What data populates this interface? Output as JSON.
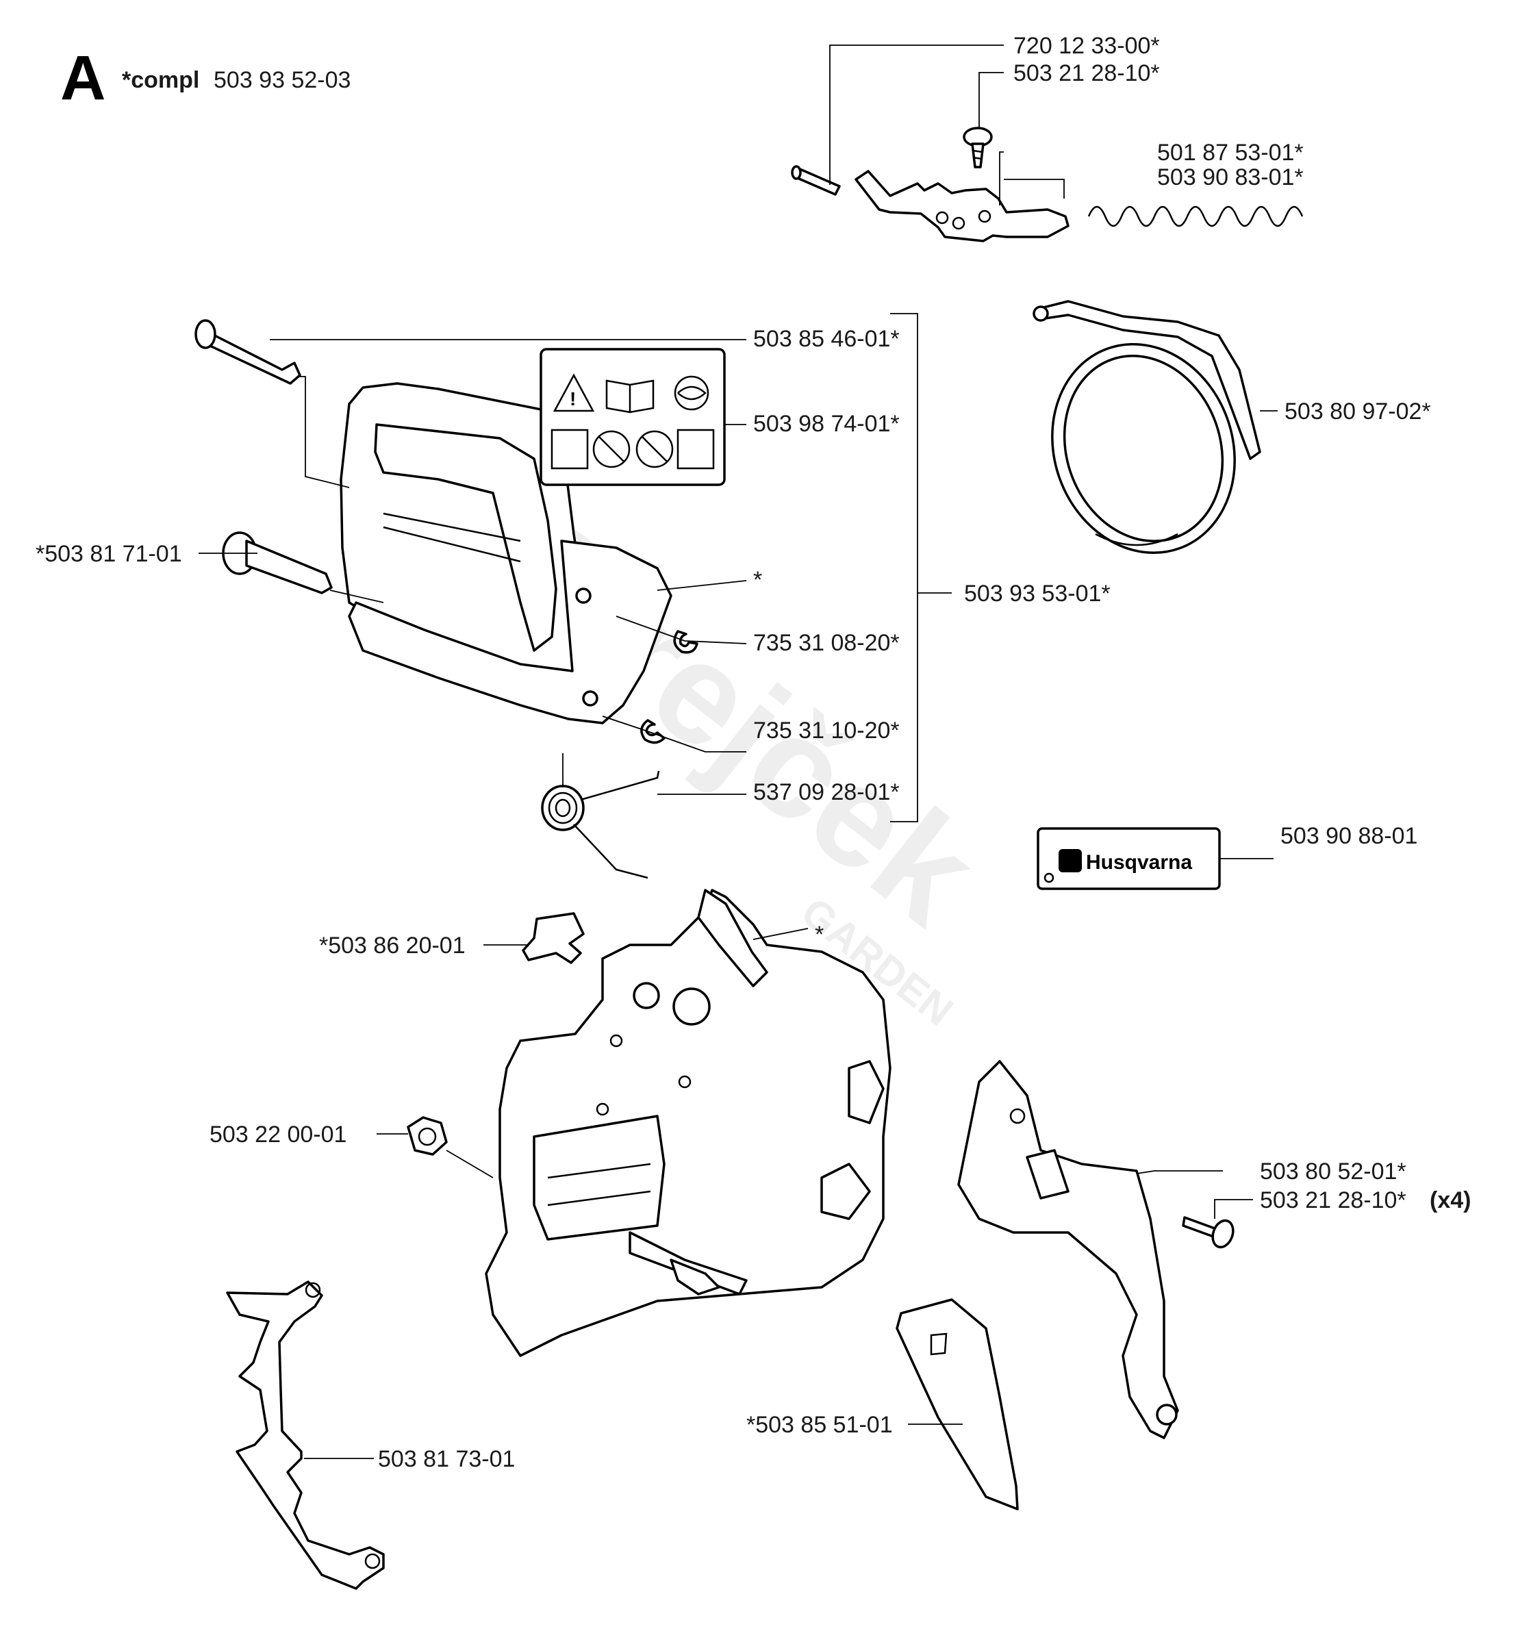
{
  "header": {
    "letter": "A",
    "compl_label": "*compl",
    "compl_number": "503 93 52-03"
  },
  "labels": {
    "p1": "720 12 33-00*",
    "p2": "503 21 28-10*",
    "p3": "501 87 53-01*",
    "p4": "503 90 83-01*",
    "p5": "503 85 46-01*",
    "p6": "503 98 74-01*",
    "p7": "503 80 97-02*",
    "p8": "*503 81 71-01",
    "p9": "*",
    "p10": "735 31 08-20*",
    "p11": "503 93 53-01*",
    "p12": "735 31 10-20*",
    "p13": "537 09 28-01*",
    "p14": "503 90 88-01",
    "p15": "*503 86 20-01",
    "p16": "*",
    "p17": "503 22 00-01",
    "p18": "503 80 52-01*",
    "p19": "503 21 28-10*",
    "p19_qty": "(x4)",
    "p20": "*503 85 51-01",
    "p21": "503 81 73-01"
  },
  "decal": {
    "brand": "Husqvarna"
  },
  "watermark": {
    "name": "Strejček",
    "sub": "GARDEN"
  }
}
